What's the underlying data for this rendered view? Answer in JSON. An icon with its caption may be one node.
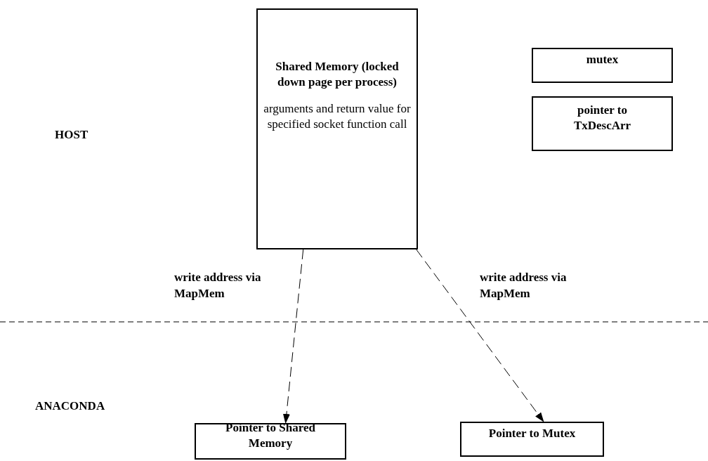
{
  "diagram": {
    "nodes": [
      {
        "text": [
          "Shared Memory (locked down page per process)",
          "arguments and return value for specified socket function call"
        ]
      },
      {
        "text": [
          "mutex"
        ]
      },
      {
        "text": [
          "pointer to TxDescArr"
        ]
      },
      {
        "text": [
          "Pointer to Shared Memory"
        ]
      },
      {
        "text": [
          "Pointer to Mutex"
        ]
      }
    ],
    "edges": [
      {
        "from": 0,
        "to": 3,
        "arrow": "to",
        "style": "dashed",
        "label": "write address via MapMem"
      },
      {
        "from": 0,
        "to": 4,
        "arrow": "to",
        "style": "dashed",
        "label": "write address via MapMem"
      }
    ],
    "labels": [
      "HOST",
      "ANACONDA"
    ]
  }
}
